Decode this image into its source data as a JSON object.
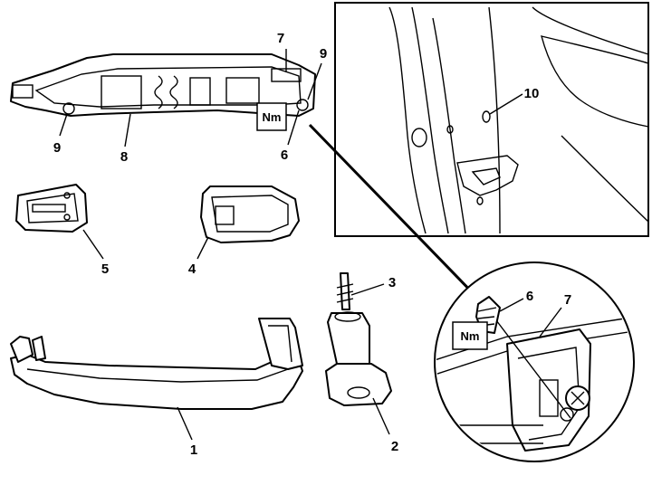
{
  "callouts": {
    "c1": "1",
    "c2": "2",
    "c3": "3",
    "c4": "4",
    "c5": "5",
    "c6_top": "6",
    "c6_inset": "6",
    "c7_top": "7",
    "c7_inset": "7",
    "c8": "8",
    "c9_left": "9",
    "c9_right": "9",
    "c10": "10"
  },
  "torque_label": "Nm",
  "colors": {
    "line": "#000000",
    "background": "#ffffff"
  }
}
